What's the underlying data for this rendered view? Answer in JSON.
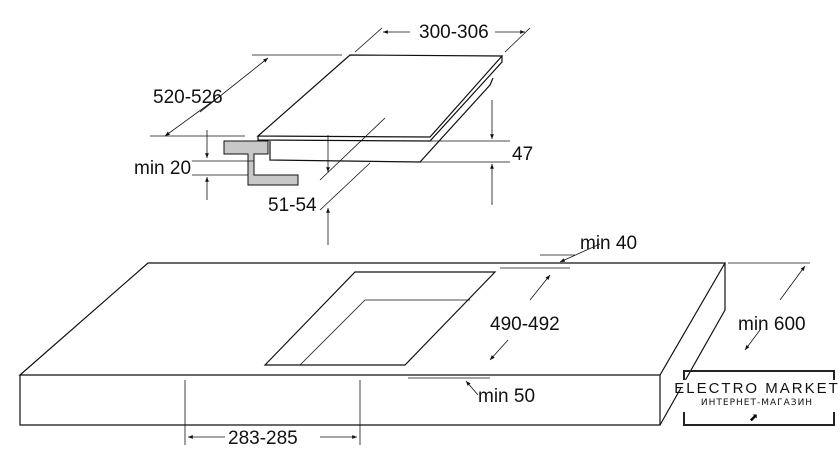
{
  "dimensions": {
    "width": "300-306",
    "depth": "520-526",
    "min_thickness": "min 20",
    "height": "47",
    "insert_depth": "51-54",
    "rear_gap": "min 40",
    "cutout_depth": "490-492",
    "worktop_depth": "min 600",
    "front_gap": "min 50",
    "cutout_width": "283-285"
  },
  "logo": {
    "title": "ELECTRO MARKET",
    "subtitle": "ИНТЕРНЕТ-МАГАЗИН"
  },
  "colors": {
    "line": "#111111",
    "bracket": "#c8c8c8"
  }
}
